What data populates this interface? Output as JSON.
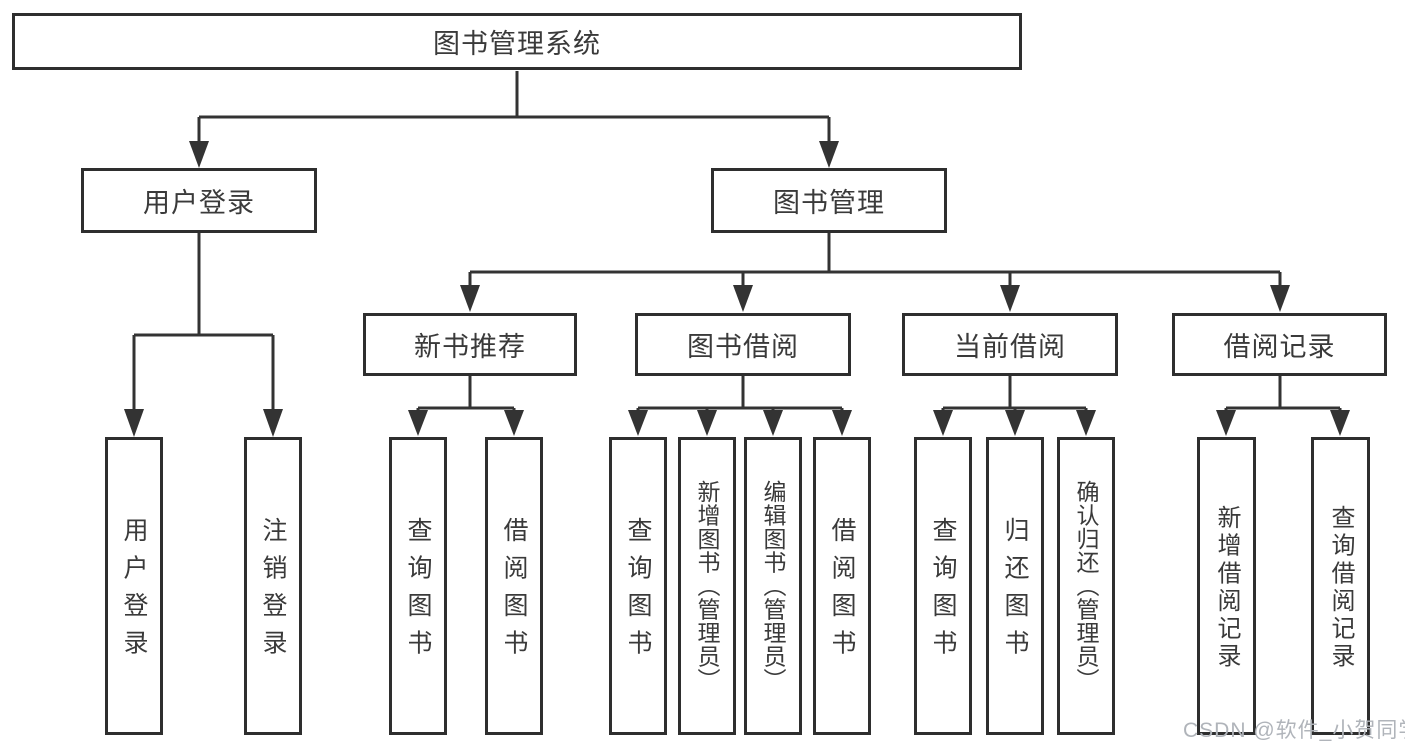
{
  "diagram": {
    "title": "图书管理系统",
    "root": {
      "label": "图书管理系统"
    },
    "level2": [
      {
        "label": "用户登录"
      },
      {
        "label": "图书管理"
      }
    ],
    "level3": [
      {
        "label": "新书推荐",
        "parent": "图书管理"
      },
      {
        "label": "图书借阅",
        "parent": "图书管理"
      },
      {
        "label": "当前借阅",
        "parent": "图书管理"
      },
      {
        "label": "借阅记录",
        "parent": "图书管理"
      }
    ],
    "leaves": [
      {
        "label": "用户登录",
        "parent": "用户登录"
      },
      {
        "label": "注销登录",
        "parent": "用户登录"
      },
      {
        "label": "查询图书",
        "parent": "新书推荐"
      },
      {
        "label": "借阅图书",
        "parent": "新书推荐"
      },
      {
        "label": "查询图书",
        "parent": "图书借阅"
      },
      {
        "label": "新增图书（管理员）",
        "parent": "图书借阅"
      },
      {
        "label": "编辑图书（管理员）",
        "parent": "图书借阅"
      },
      {
        "label": "借阅图书",
        "parent": "图书借阅"
      },
      {
        "label": "查询图书",
        "parent": "当前借阅"
      },
      {
        "label": "归还图书",
        "parent": "当前借阅"
      },
      {
        "label": "确认归还（管理员）",
        "parent": "当前借阅"
      },
      {
        "label": "新增借阅记录",
        "parent": "借阅记录"
      },
      {
        "label": "查询借阅记录",
        "parent": "借阅记录"
      }
    ]
  },
  "watermark": "CSDN @软件_小贺同学",
  "colors": {
    "line": "#333333",
    "box_border": "#2e2e2e",
    "text": "#3a3a3a",
    "watermark": "#b0b4ba",
    "background": "#ffffff"
  }
}
